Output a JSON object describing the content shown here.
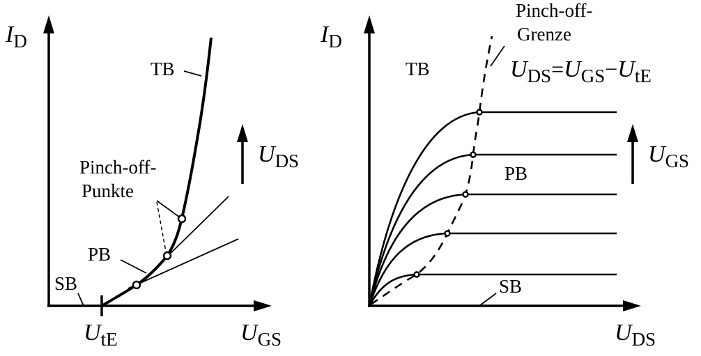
{
  "left": {
    "y_axis": {
      "symbol": "I",
      "sub": "D"
    },
    "x_axis": {
      "symbol": "U",
      "sub": "GS"
    },
    "threshold": {
      "symbol": "U",
      "sub": "tE"
    },
    "arrow_label": {
      "symbol": "U",
      "sub": "DS"
    },
    "region_tb": "TB",
    "region_pb": "PB",
    "region_sb": "SB",
    "pinch_label_line1": "Pinch-off-",
    "pinch_label_line2": "Punkte"
  },
  "right": {
    "y_axis": {
      "symbol": "I",
      "sub": "D"
    },
    "x_axis": {
      "symbol": "U",
      "sub": "DS"
    },
    "arrow_label": {
      "symbol": "U",
      "sub": "GS"
    },
    "region_tb": "TB",
    "region_pb": "PB",
    "region_sb": "SB",
    "border_line1": "Pinch-off-",
    "border_line2": "Grenze",
    "equation": {
      "u1": "U",
      "s1": "DS",
      "eq": "=",
      "u2": "U",
      "s2": "GS",
      "minus": "−",
      "u3": "U",
      "s3": "tE"
    }
  }
}
